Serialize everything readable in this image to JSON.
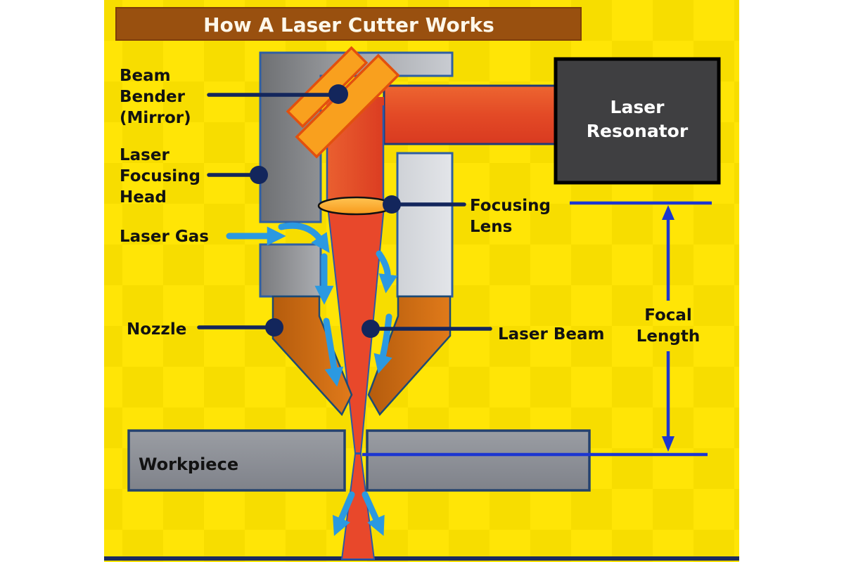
{
  "diagram": {
    "title": "How A Laser Cutter Works",
    "labels": {
      "beam_bender": {
        "lines": [
          "Beam",
          "Bender",
          "(Mirror)"
        ]
      },
      "focusing_head": {
        "lines": [
          "Laser",
          "Focusing",
          "Head"
        ]
      },
      "laser_gas": "Laser Gas",
      "nozzle": "Nozzle",
      "workpiece": "Workpiece",
      "focusing_lens": {
        "lines": [
          "Focusing",
          "Lens"
        ]
      },
      "laser_beam": "Laser Beam",
      "focal_length": {
        "lines": [
          "Focal",
          "Length"
        ]
      },
      "laser_resonator": {
        "lines": [
          "Laser",
          "Resonator"
        ]
      }
    },
    "colors": {
      "background_yellow": "#FFE506",
      "background_yellow_alt": "#F7DD00",
      "title_bar_brown": "#99500F",
      "title_text": "#FDF7EA",
      "label_text": "#121212",
      "leader_navy": "#13265C",
      "beam_red": "#E8482B",
      "mirror_orange": "#F9A01E",
      "mirror_border": "#E2500E",
      "lens_orange": "#F9A81E",
      "nozzle_orange": "#C96A12",
      "gas_arrow_blue": "#2B99E1",
      "dimension_blue": "#1C36D0",
      "head_gray": "#9A9CA0",
      "head_outline_blue": "#2E5FA3",
      "workpiece_gray": "#8E9197",
      "resonator_gray": "#3F3F41",
      "resonator_text": "#FFFFFF"
    }
  }
}
